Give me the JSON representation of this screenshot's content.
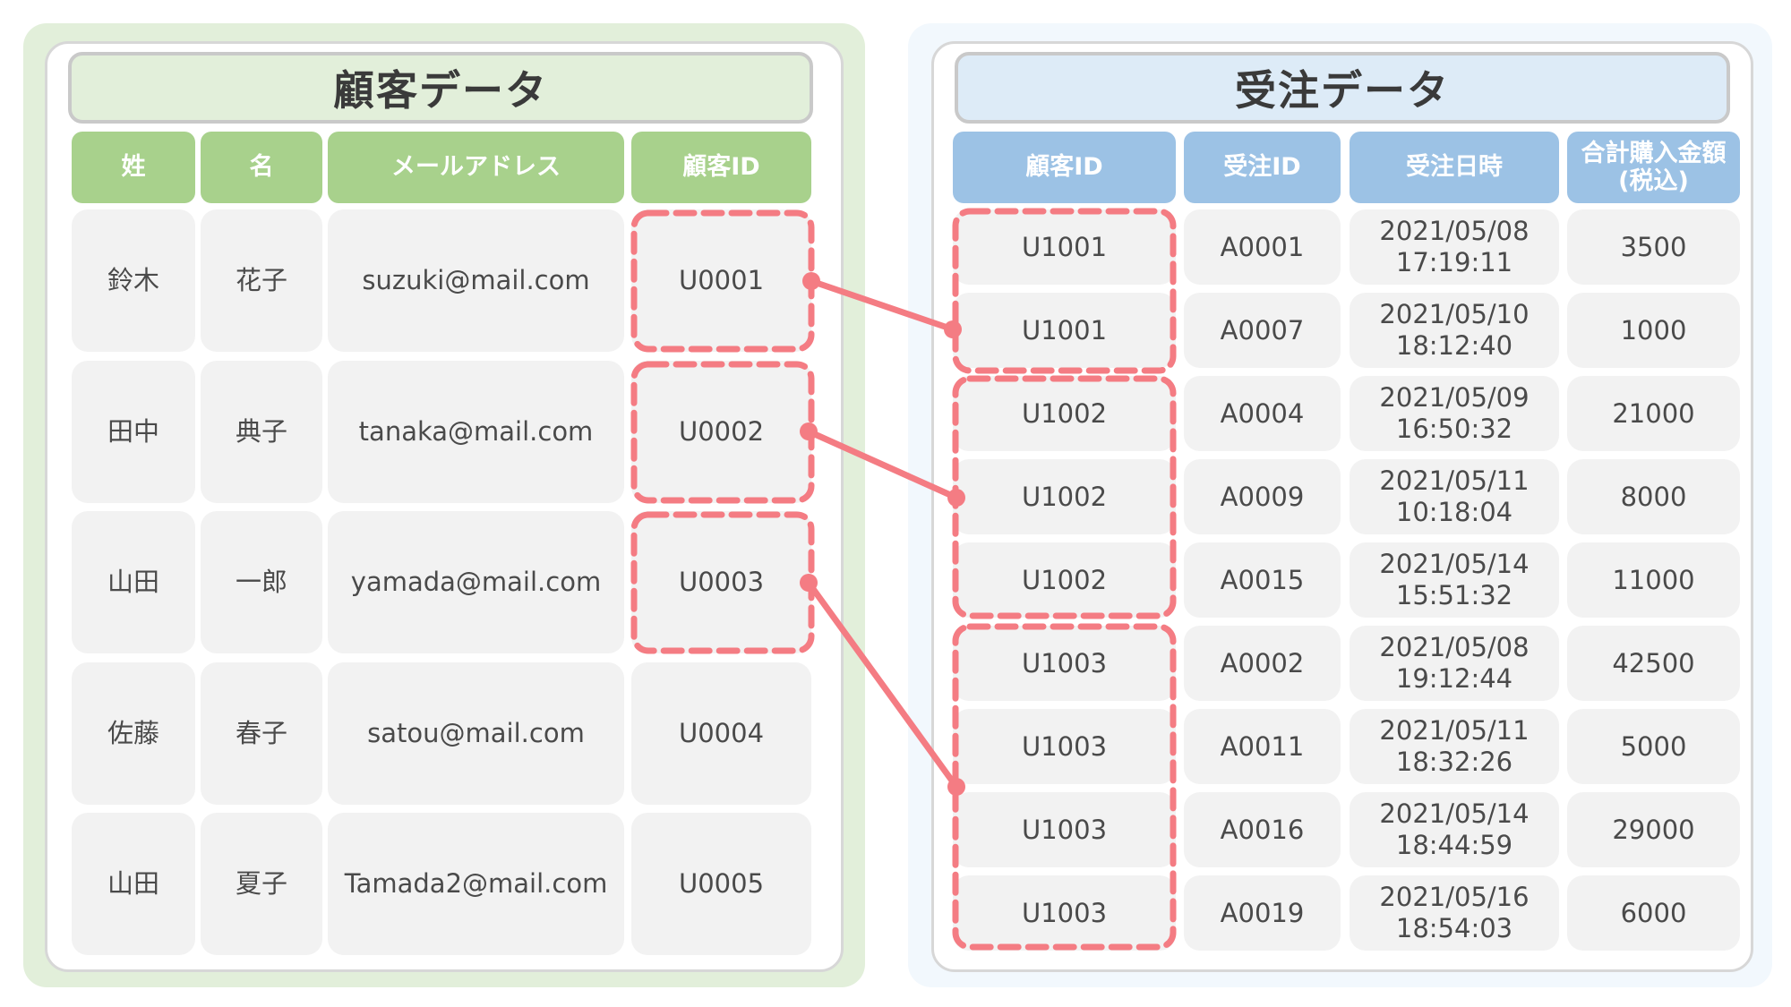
{
  "customer": {
    "title": "顧客データ",
    "headers": [
      "姓",
      "名",
      "メールアドレス",
      "顧客ID"
    ],
    "rows": [
      [
        "鈴木",
        "花子",
        "suzuki@mail.com",
        "U0001"
      ],
      [
        "田中",
        "典子",
        "tanaka@mail.com",
        "U0002"
      ],
      [
        "山田",
        "一郎",
        "yamada@mail.com",
        "U0003"
      ],
      [
        "佐藤",
        "春子",
        "satou@mail.com",
        "U0004"
      ],
      [
        "山田",
        "夏子",
        "Tamada2@mail.com",
        "U0005"
      ]
    ]
  },
  "orders": {
    "title": "受注データ",
    "headers": [
      "顧客ID",
      "受注ID",
      "受注日時",
      "合計購入金額\n(税込)"
    ],
    "rows": [
      [
        "U1001",
        "A0001",
        "2021/05/08\n17:19:11",
        "3500"
      ],
      [
        "U1001",
        "A0007",
        "2021/05/10\n18:12:40",
        "1000"
      ],
      [
        "U1002",
        "A0004",
        "2021/05/09\n16:50:32",
        "21000"
      ],
      [
        "U1002",
        "A0009",
        "2021/05/11\n10:18:04",
        "8000"
      ],
      [
        "U1002",
        "A0015",
        "2021/05/14\n15:51:32",
        "11000"
      ],
      [
        "U1003",
        "A0002",
        "2021/05/08\n19:12:44",
        "42500"
      ],
      [
        "U1003",
        "A0011",
        "2021/05/11\n18:32:26",
        "5000"
      ],
      [
        "U1003",
        "A0016",
        "2021/05/14\n18:44:59",
        "29000"
      ],
      [
        "U1003",
        "A0019",
        "2021/05/16\n18:54:03",
        "6000"
      ]
    ]
  },
  "colors": {
    "customer_panel": "#e2efda",
    "customer_title": "#e2efda",
    "customer_header": "#a8d18c",
    "order_panel": "#f2f8fd",
    "order_title": "#ddebf7",
    "order_header": "#9cc2e5",
    "link": "#f47c83",
    "cell": "#f2f2f2"
  }
}
